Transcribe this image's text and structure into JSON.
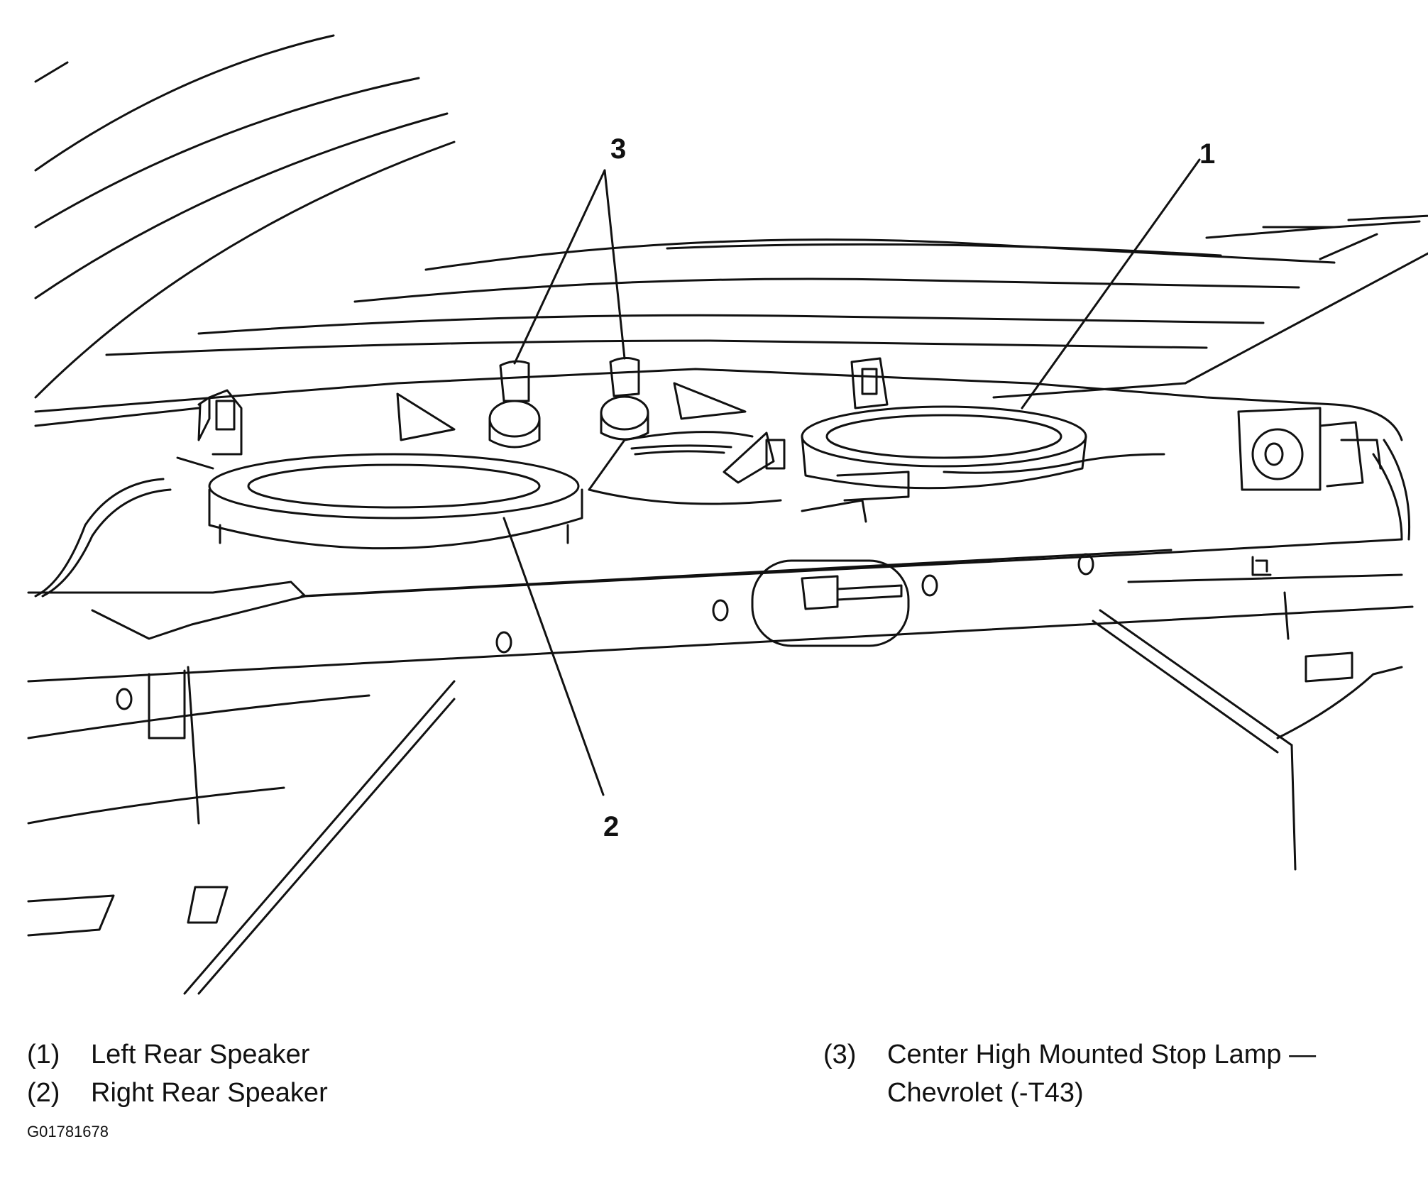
{
  "callouts": {
    "c1": "1",
    "c2": "2",
    "c3": "3"
  },
  "legend": [
    {
      "num": "(1)",
      "text": "Left Rear Speaker"
    },
    {
      "num": "(2)",
      "text": "Right Rear Speaker"
    },
    {
      "num": "(3)",
      "text": "Center High Mounted Stop Lamp —",
      "text2": "Chevrolet (-T43)"
    }
  ],
  "figure_code": "G01781678"
}
